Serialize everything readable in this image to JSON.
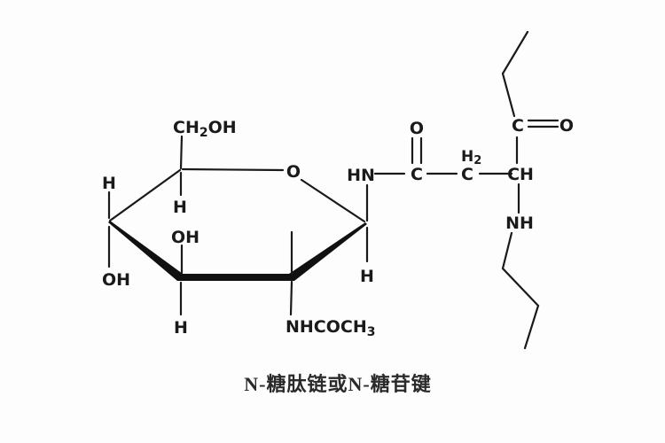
{
  "colors": {
    "background": "#fdfdfd",
    "ink": "#1a1a1a"
  },
  "caption": "N-糖肽链或N-糖苷键",
  "sugar": {
    "ch2oh": {
      "main": "CH",
      "sub": "2",
      "tail": "OH"
    },
    "ring_oxygen": "O",
    "h_c5": "H",
    "h_c4_top": "H",
    "oh_c4": "OH",
    "oh_c3": "OH",
    "h_c3": "H",
    "nhcoch3": {
      "main": "NHCOCH",
      "sub": "3"
    },
    "h_c1": "H"
  },
  "chain": {
    "hn": "HN",
    "carbonyl_c": "C",
    "carbonyl_o": "O",
    "methylene_h": {
      "main": "H",
      "sub": "2"
    },
    "methylene_c": "C",
    "alpha_ch": "CH",
    "ester_c": "C",
    "ester_o": "O",
    "amine_nh": "NH"
  }
}
